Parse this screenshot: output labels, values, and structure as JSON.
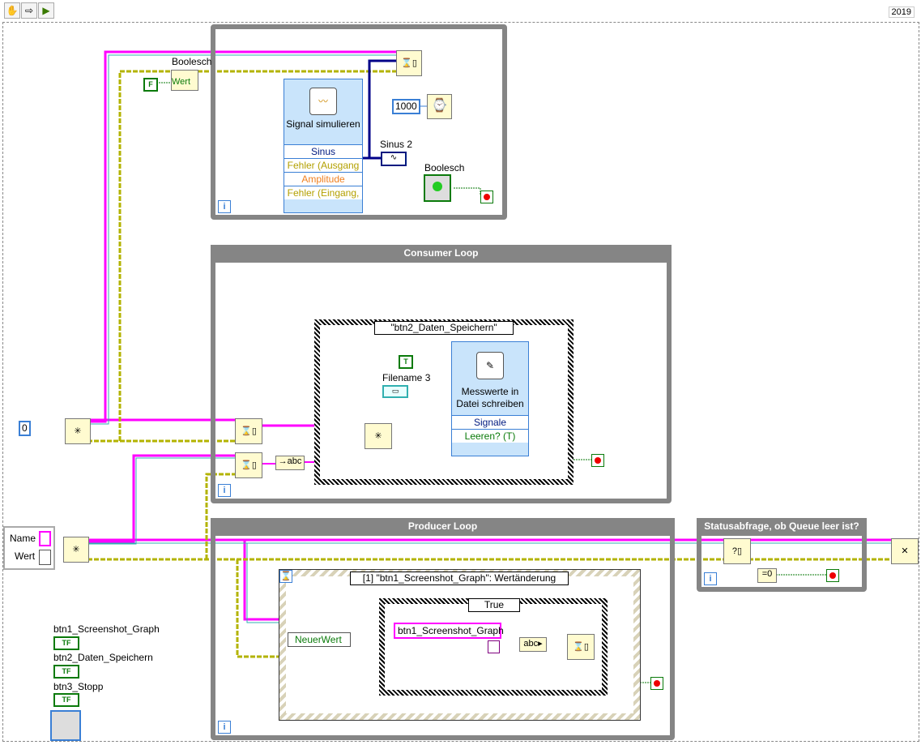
{
  "toolbar": {
    "icons": [
      "hand-icon",
      "arrow-icon",
      "run-icon"
    ],
    "version": "2019"
  },
  "loops": {
    "consumer_title": "Consumer Loop",
    "producer_title": "Producer Loop",
    "status_title": "Statusabfrage, ob Queue leer ist?",
    "iteration": "i"
  },
  "top": {
    "boolean_label": "Boolesch",
    "false_const": "F",
    "wert": "Wert",
    "express_title": "Signal simulieren",
    "express_rows": [
      "Sinus",
      "Fehler (Ausgang",
      "Amplitude",
      "Fehler (Eingang,"
    ],
    "sinus_label": "Sinus 2",
    "wait_ms": "1000",
    "led_label": "Boolesch",
    "tf": "TF"
  },
  "consumer": {
    "case_selector": "\"btn2_Daten_Speichern\"",
    "true_const": "T",
    "filename_label": "Filename 3",
    "express_title": "Messwerte in Datei schreiben",
    "express_rows": [
      "Signale",
      "Leeren? (T)"
    ],
    "zero_const": "0"
  },
  "producer": {
    "event_selector": "[1] \"btn1_Screenshot_Graph\": Wertänderung",
    "case_selector": "True",
    "neuer_wert": "NeuerWert",
    "string_const": "btn1_Screenshot_Graph"
  },
  "cluster": {
    "name": "Name",
    "wert": "Wert"
  },
  "controls": [
    {
      "label": "btn1_Screenshot_Graph"
    },
    {
      "label": "btn2_Daten_Speichern"
    },
    {
      "label": "btn3_Stopp"
    }
  ],
  "colors": {
    "queue_wire": "#ff00ff",
    "error_wire": "#b3b300",
    "loop_border": "#858585",
    "numeric": "#3a7fd5",
    "boolean": "#0a7a0a"
  }
}
